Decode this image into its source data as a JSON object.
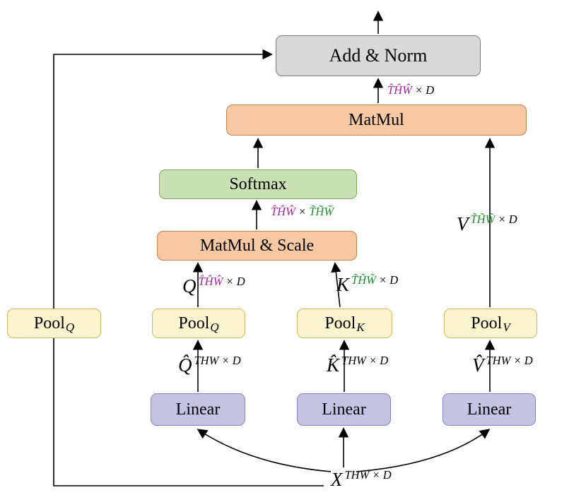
{
  "diagram": {
    "title": "pooling attention block diagram",
    "boxes": {
      "add_norm": "Add & Norm",
      "matmul": "MatMul",
      "softmax": "Softmax",
      "matmul_scale": "MatMul & Scale",
      "pool": "Pool",
      "pool_sub_q": "Q",
      "pool_sub_k": "K",
      "pool_sub_v": "V",
      "linear": "Linear"
    },
    "dims": {
      "hat_thw": "T̂ĤŴ",
      "tilde_thw": "T̃H̃W̃",
      "thw": "THW",
      "times_d": " × D",
      "times": " × "
    },
    "vars": {
      "q": "Q",
      "k": "K",
      "v": "V",
      "x": "X",
      "q_hat": "Q̂",
      "k_hat": "K̂",
      "v_hat": "V̂"
    },
    "colors": {
      "hat_dim": "#a4249e",
      "tilde_dim": "#1d8f2e",
      "add_norm_fill": "#d9d9d9",
      "matmul_fill": "#f8c8a2",
      "softmax_fill": "#c9e2b3",
      "pool_fill": "#fcf3cf",
      "linear_fill": "#c4c3e3",
      "arrow": "#000000"
    }
  }
}
